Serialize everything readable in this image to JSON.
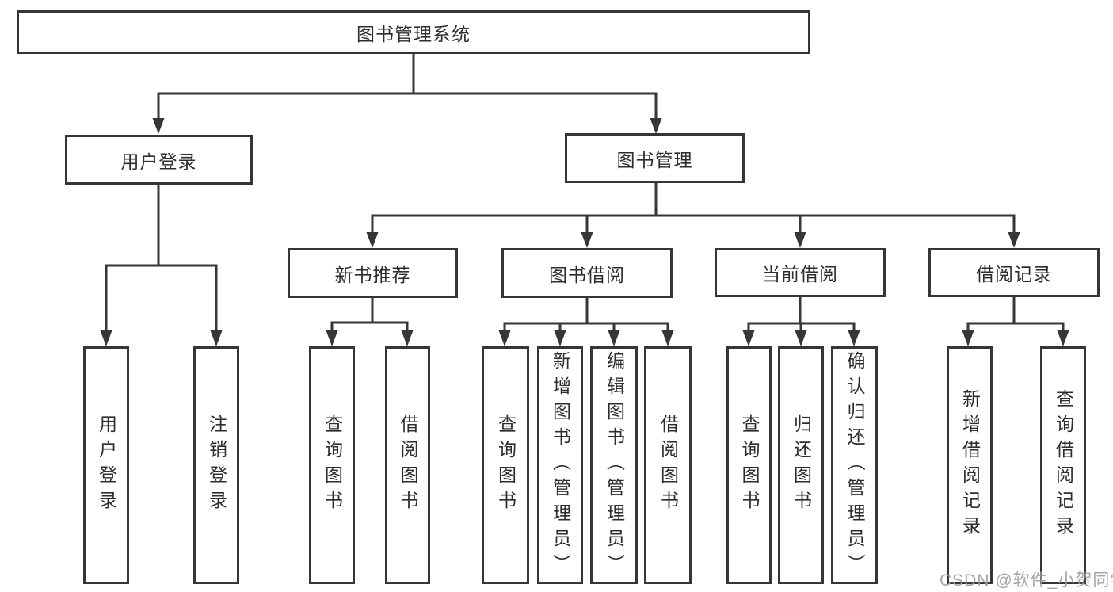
{
  "diagram": {
    "type": "hierarchy",
    "colors": {
      "line": "#363636",
      "text": "#2d2d2d",
      "background": "#ffffff",
      "watermark": "#9c9c9c"
    }
  },
  "tree": {
    "label": "图书管理系统",
    "children": [
      {
        "label": "用户登录",
        "children": [
          {
            "label": "用户登录"
          },
          {
            "label": "注销登录"
          }
        ]
      },
      {
        "label": "图书管理",
        "children": [
          {
            "label": "新书推荐",
            "children": [
              {
                "label": "查询图书"
              },
              {
                "label": "借阅图书"
              }
            ]
          },
          {
            "label": "图书借阅",
            "children": [
              {
                "label": "查询图书"
              },
              {
                "label": "新增图书（管理员）"
              },
              {
                "label": "编辑图书（管理员）"
              },
              {
                "label": "借阅图书"
              }
            ]
          },
          {
            "label": "当前借阅",
            "children": [
              {
                "label": "查询图书"
              },
              {
                "label": "归还图书"
              },
              {
                "label": "确认归还（管理员）"
              }
            ]
          },
          {
            "label": "借阅记录",
            "children": [
              {
                "label": "新增借阅记录"
              },
              {
                "label": "查询借阅记录"
              }
            ]
          }
        ]
      }
    ]
  },
  "watermark": {
    "text": "CSDN @软件_小贺同学"
  }
}
